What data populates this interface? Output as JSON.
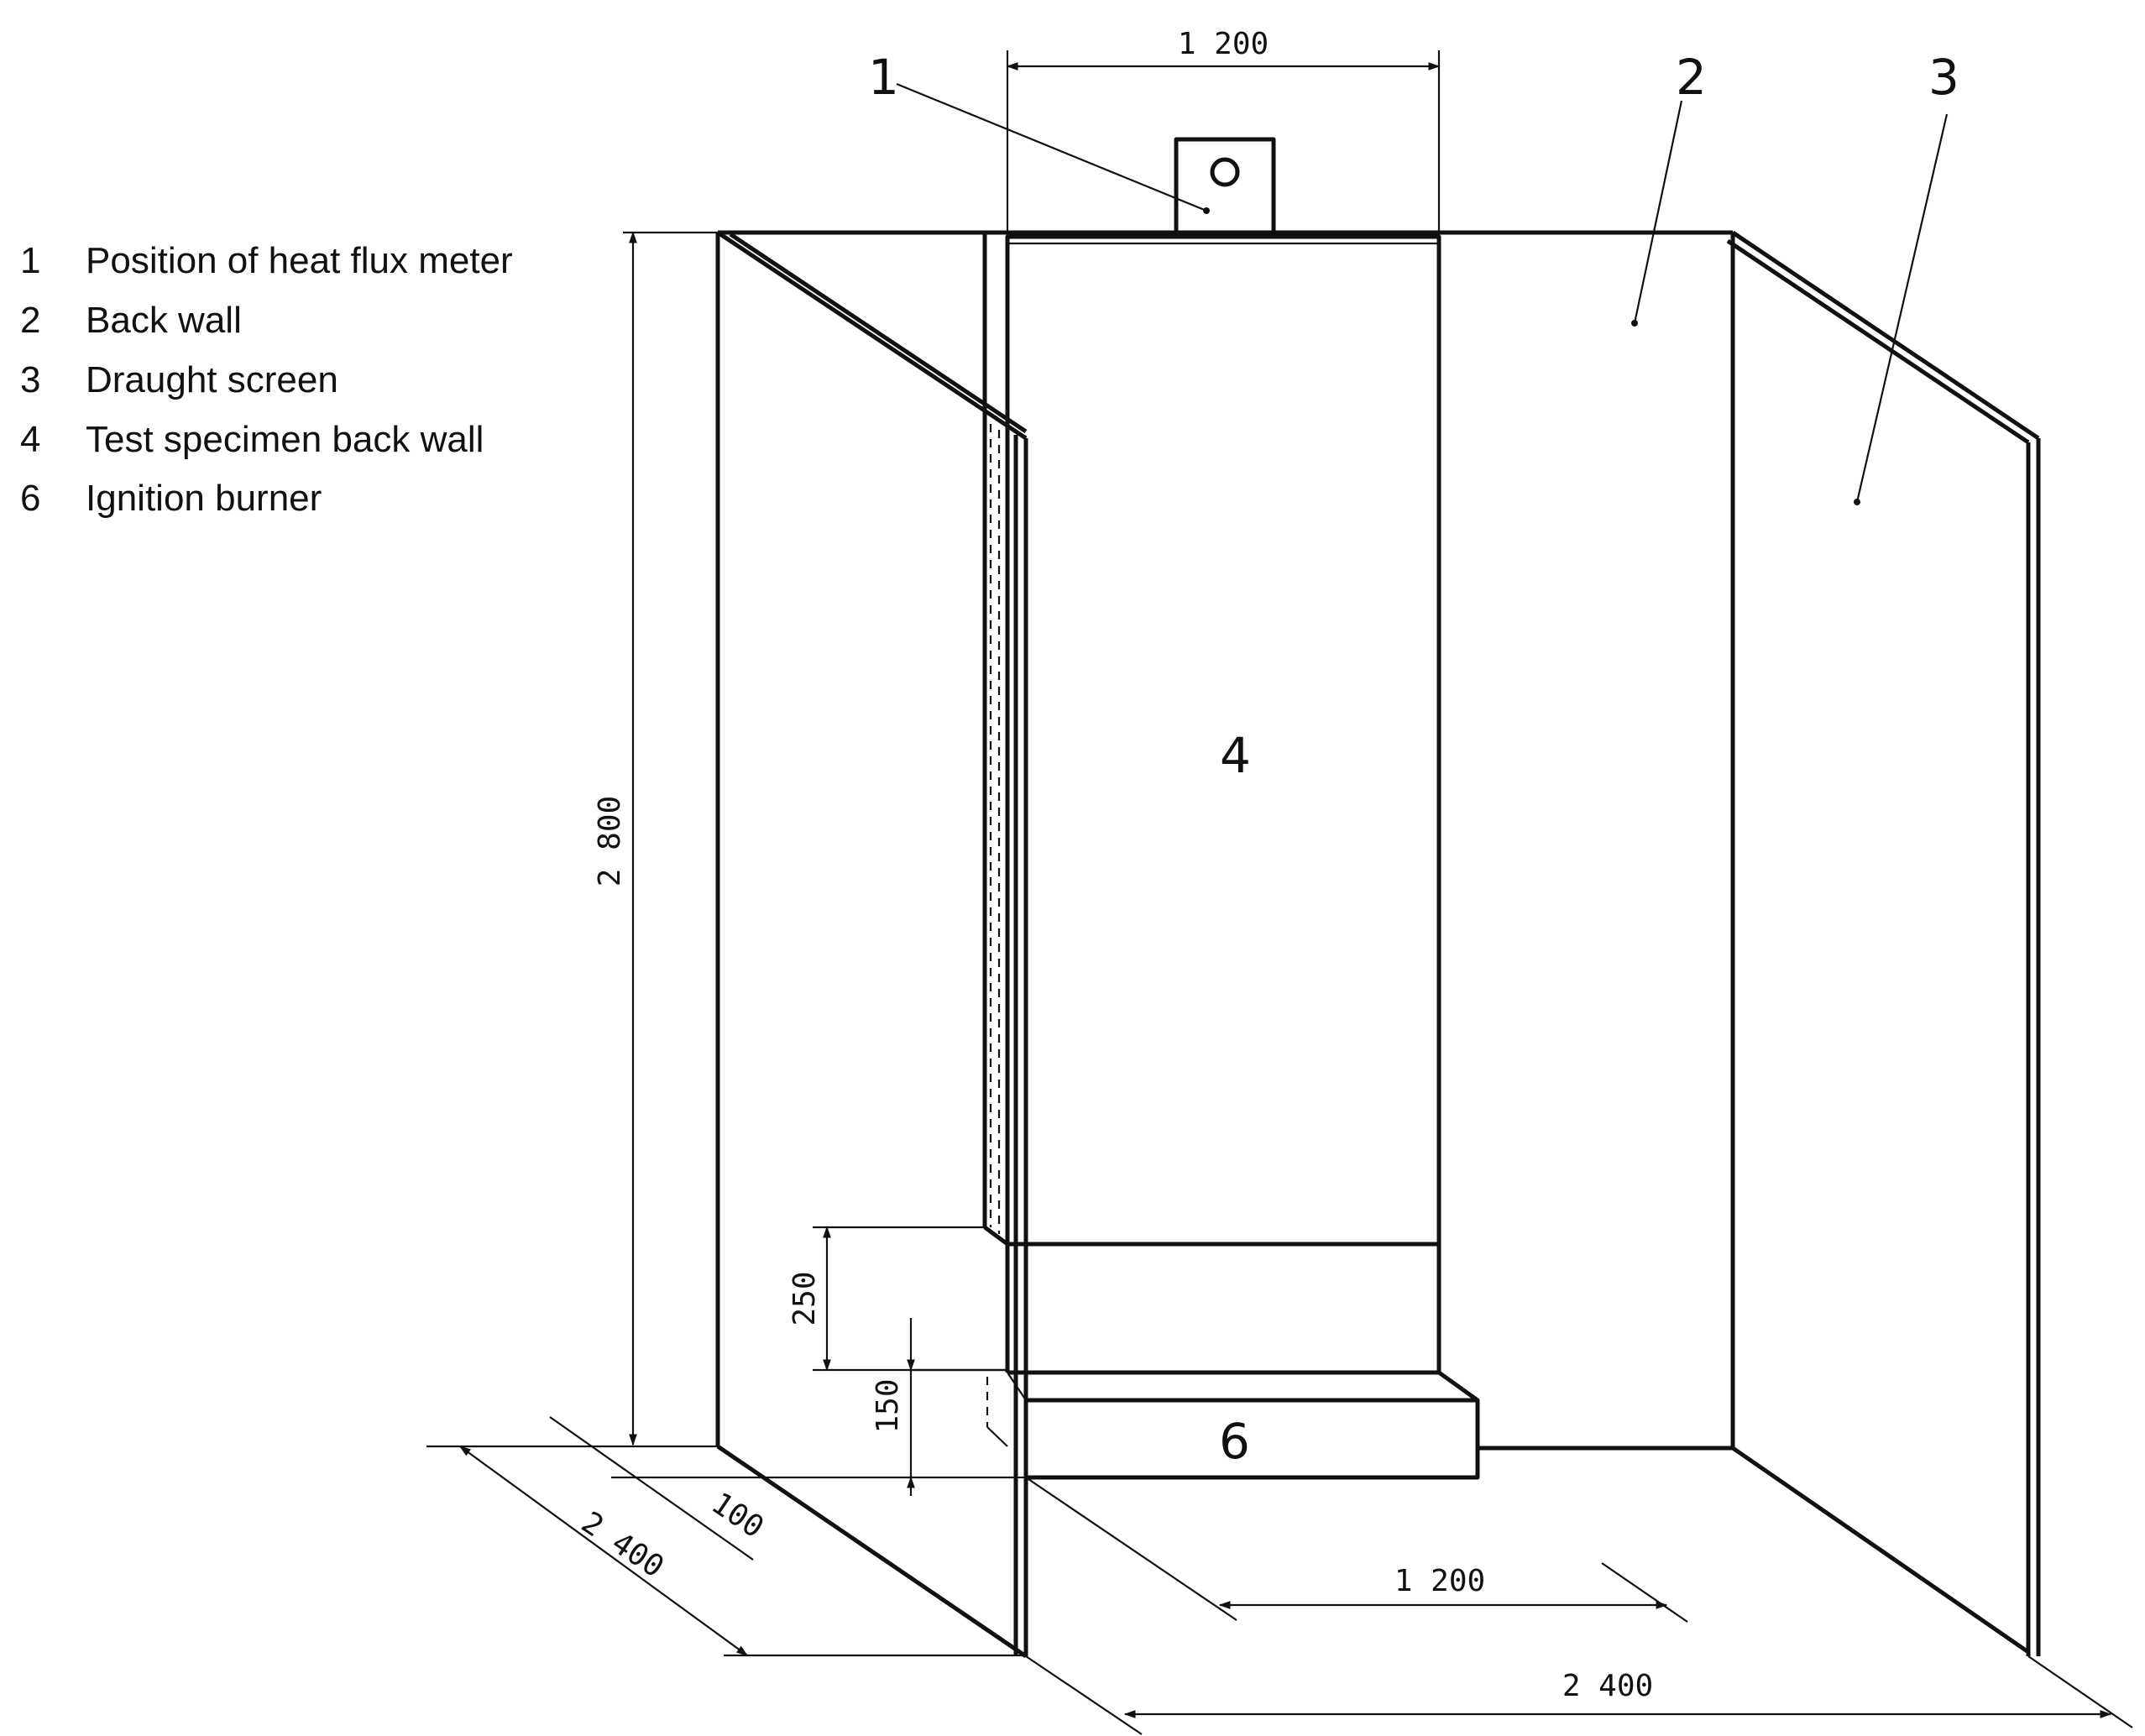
{
  "legend": [
    {
      "num": "1",
      "text": "Position of heat flux meter"
    },
    {
      "num": "2",
      "text": "Back wall"
    },
    {
      "num": "3",
      "text": "Draught screen"
    },
    {
      "num": "4",
      "text": "Test specimen back wall"
    },
    {
      "num": "6",
      "text": "Ignition burner"
    }
  ],
  "callouts": {
    "c1": "1",
    "c2": "2",
    "c3": "3",
    "c4": "4",
    "c6": "6"
  },
  "dimensions": {
    "top_width": "1 200",
    "height": "2 800",
    "burner_gap": "250",
    "burner_height": "150",
    "offset": "100",
    "left_depth": "2 400",
    "bottom_width": "1 200",
    "overall_width": "2 400"
  }
}
